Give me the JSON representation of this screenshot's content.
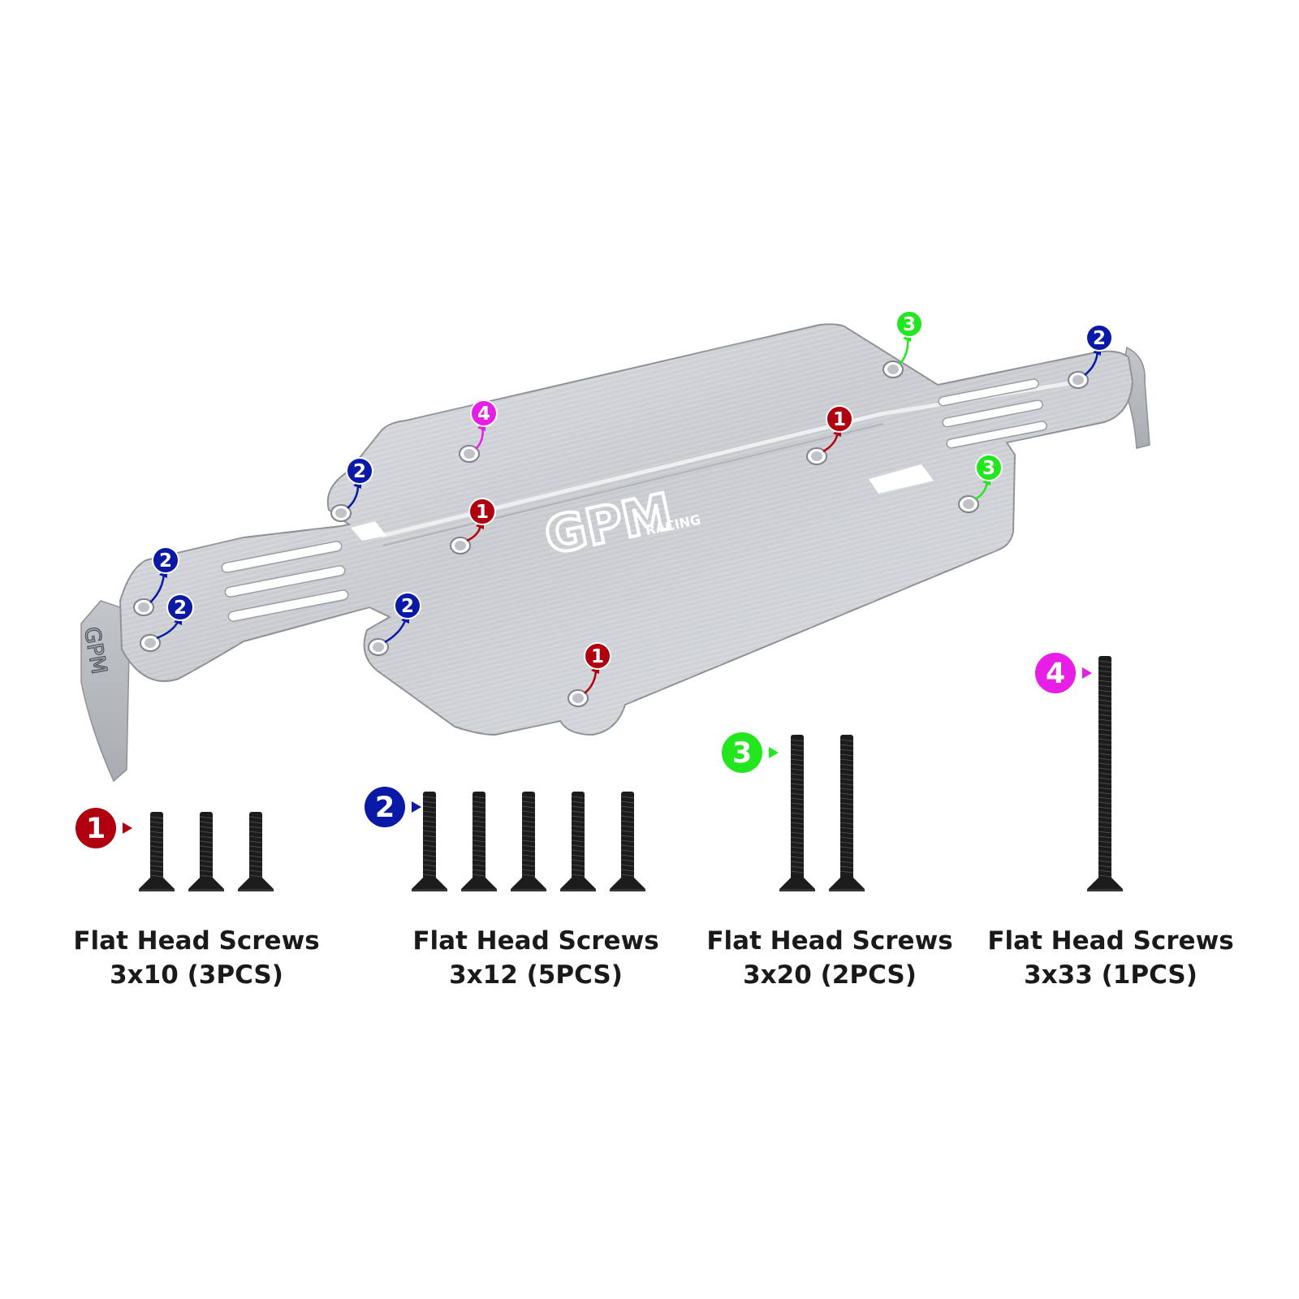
{
  "brand": {
    "logo_text": "GPM",
    "logo_subtext": "RACING",
    "stamp_text": "GPM"
  },
  "colors": {
    "c1": "#b00010",
    "c2": "#0a1aa6",
    "c3": "#22e61e",
    "c4": "#e61ee6",
    "plate": "#cfd2d6",
    "screw": "#1c1c1c"
  },
  "callouts": [
    {
      "id": "1",
      "color_key": "c1"
    },
    {
      "id": "1",
      "color_key": "c1"
    },
    {
      "id": "1",
      "color_key": "c1"
    },
    {
      "id": "2",
      "color_key": "c2"
    },
    {
      "id": "2",
      "color_key": "c2"
    },
    {
      "id": "2",
      "color_key": "c2"
    },
    {
      "id": "2",
      "color_key": "c2"
    },
    {
      "id": "2",
      "color_key": "c2"
    },
    {
      "id": "3",
      "color_key": "c3"
    },
    {
      "id": "3",
      "color_key": "c3"
    },
    {
      "id": "4",
      "color_key": "c4"
    }
  ],
  "screw_groups": [
    {
      "id": "1",
      "color_key": "c1",
      "name": "Flat Head Screws",
      "spec": "3x10 (3PCS)",
      "count": 3,
      "length_mm": 10
    },
    {
      "id": "2",
      "color_key": "c2",
      "name": "Flat Head Screws",
      "spec": "3x12 (5PCS)",
      "count": 5,
      "length_mm": 12
    },
    {
      "id": "3",
      "color_key": "c3",
      "name": "Flat Head Screws",
      "spec": "3x20 (2PCS)",
      "count": 2,
      "length_mm": 20
    },
    {
      "id": "4",
      "color_key": "c4",
      "name": "Flat Head Screws",
      "spec": "3x33 (1PCS)",
      "count": 1,
      "length_mm": 33
    }
  ]
}
